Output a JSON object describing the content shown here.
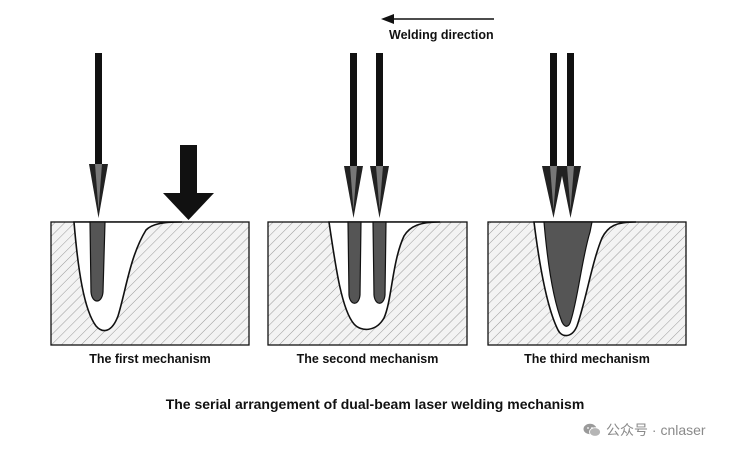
{
  "direction": {
    "label": "Welding direction"
  },
  "panels": [
    {
      "label": "The first mechanism"
    },
    {
      "label": "The second mechanism"
    },
    {
      "label": "The third mechanism"
    }
  ],
  "caption": "The serial arrangement of dual-beam laser welding mechanism",
  "watermark": {
    "text": "公众号 · cnlaser",
    "icon": "wechat-icon"
  },
  "colors": {
    "ink": "#111111",
    "keyhole": "#555555",
    "molten_pool": "#ffffff",
    "hatch": "#999999",
    "box_fill": "#f3f3f3"
  }
}
